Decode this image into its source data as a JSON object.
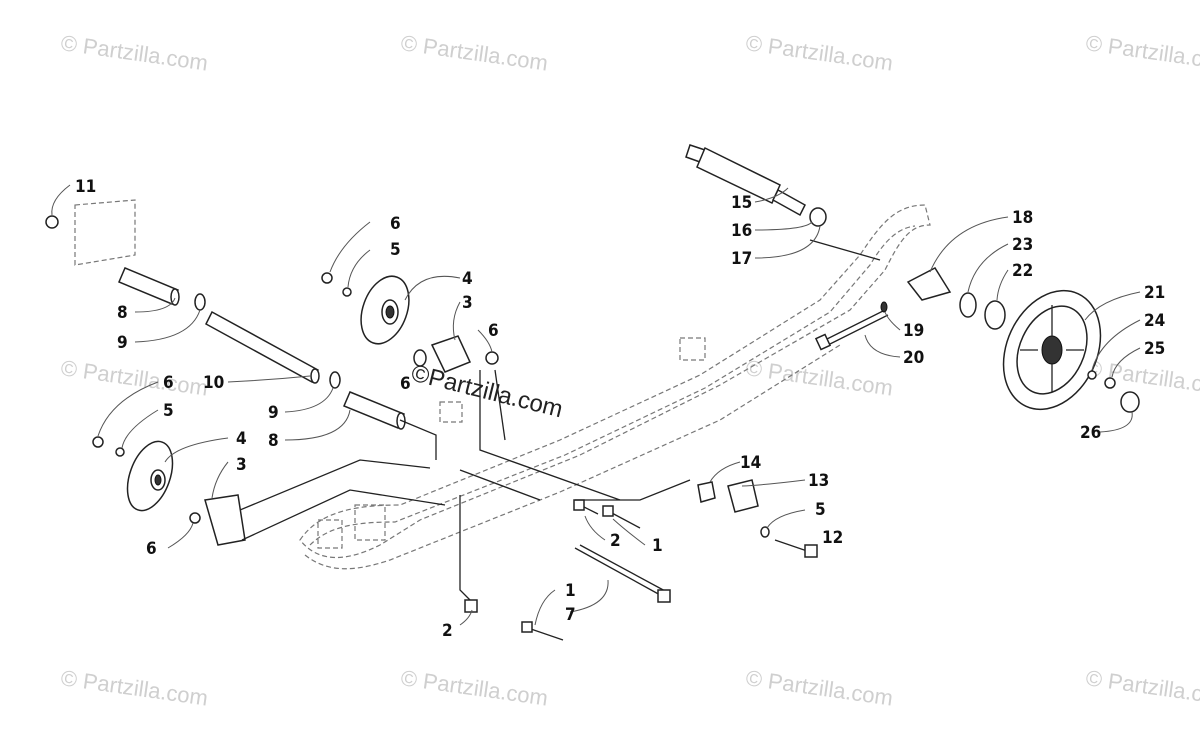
{
  "watermark_text": "© Partzilla.com",
  "center_watermark_text": "©Partzilla.com",
  "callouts": {
    "c1a": "1",
    "c1b": "1",
    "c2a": "2",
    "c2b": "2",
    "c3a": "3",
    "c3b": "3",
    "c4a": "4",
    "c4b": "4",
    "c5a": "5",
    "c5b": "5",
    "c5c": "5",
    "c6a": "6",
    "c6b": "6",
    "c6c": "6",
    "c6d": "6",
    "c6e": "6",
    "c7": "7",
    "c8a": "8",
    "c8b": "8",
    "c9a": "9",
    "c9b": "9",
    "c10": "10",
    "c11": "11",
    "c12": "12",
    "c13": "13",
    "c14": "14",
    "c15": "15",
    "c16": "16",
    "c17": "17",
    "c18": "18",
    "c19": "19",
    "c20": "20",
    "c21": "21",
    "c22": "22",
    "c23": "23",
    "c24": "24",
    "c25": "25",
    "c26": "26"
  }
}
